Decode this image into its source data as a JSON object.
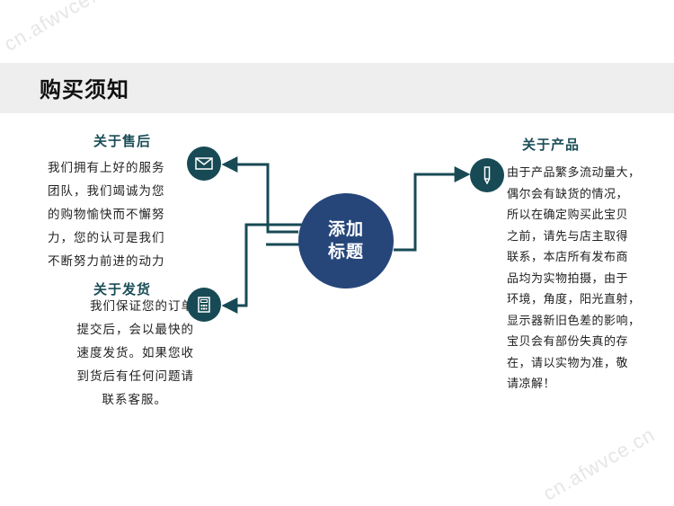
{
  "watermark": "cn.afwvce.cn",
  "page_title": "购买须知",
  "center": {
    "label": "添加标题"
  },
  "after_sales": {
    "title": "关于售后",
    "lines": [
      "我们拥有上好的服务",
      "团队，我们竭诚为您",
      "的购物愉快而不懈努",
      "力，您的认可是我们",
      "不断努力前进的动力"
    ]
  },
  "shipping": {
    "title": "关于发货",
    "lines": [
      "我们保证您的订单",
      "提交后，会以最快的",
      "速度发货。如果您收",
      "到货后有任何问题请",
      "联系客服。"
    ]
  },
  "product": {
    "title": "关于产品",
    "lines": [
      "由于产品繁多流动量大，",
      "偶尔会有缺货的情况，",
      "所以在确定购买此宝贝",
      "之前，请先与店主取得",
      "联系，本店所有发布商",
      "品均为实物拍摄，由于",
      "环境，角度，阳光直射，",
      "显示器新旧色差的影响，",
      "宝贝会有部份失真的存",
      "在，请以实物为准，敬",
      "请凉解！"
    ]
  },
  "colors": {
    "node": "#174a55",
    "center": "#26467a",
    "line": "#174a55",
    "band": "#eeeeee"
  }
}
